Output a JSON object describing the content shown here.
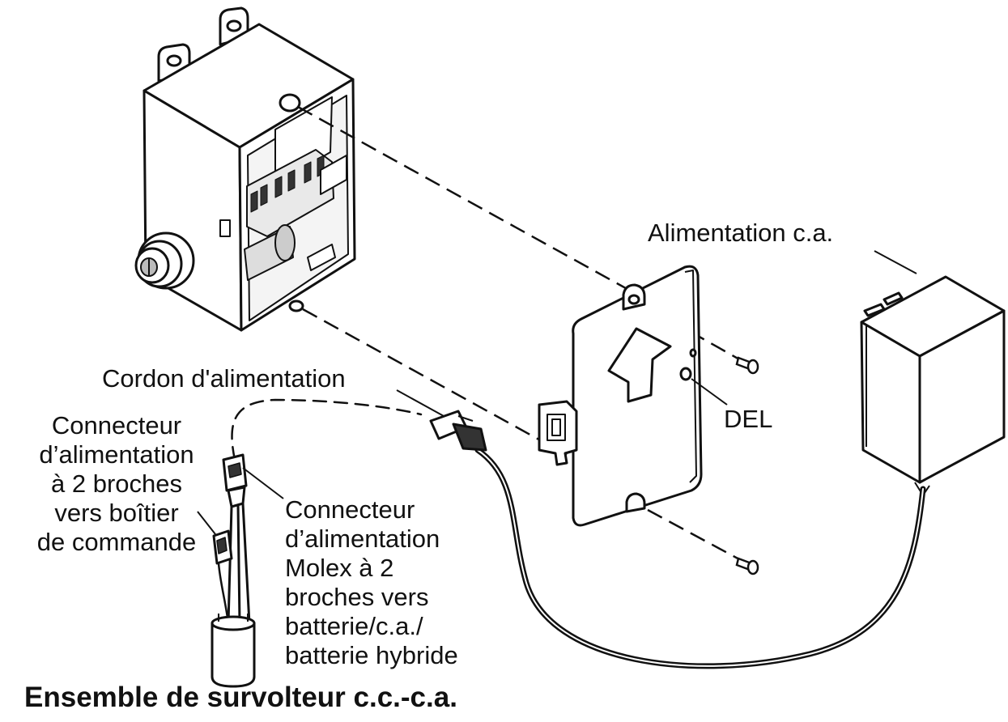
{
  "labels": {
    "ac_power": "Alimentation c.a.",
    "power_cord": "Cordon d'alimentation",
    "led": "DEL",
    "control_box_connector": [
      "Connecteur",
      "d’alimentation",
      "à 2 broches",
      "vers boîtier",
      "de commande"
    ],
    "molex_connector": [
      "Connecteur",
      "d’alimentation",
      "Molex à 2",
      "broches vers",
      "batterie/c.a./",
      "batterie hybride"
    ],
    "title": "Ensemble de survolteur c.c.-c.a."
  }
}
